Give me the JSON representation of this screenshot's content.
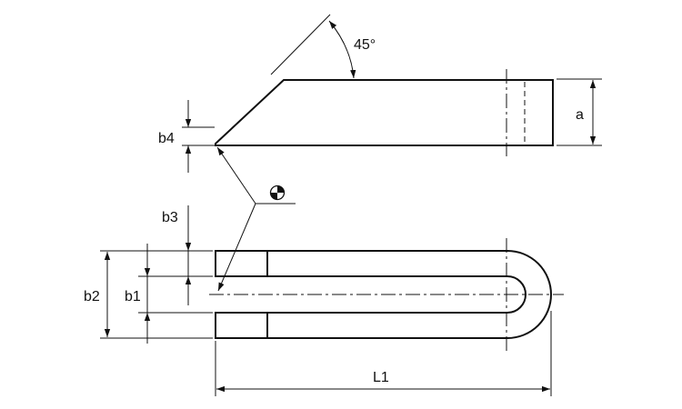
{
  "labels": {
    "angle": "45°",
    "a": "a",
    "b1": "b1",
    "b2": "b2",
    "b3": "b3",
    "b4": "b4",
    "L1": "L1"
  },
  "symbols": {
    "center_of_gravity": "center-of-gravity-symbol"
  }
}
